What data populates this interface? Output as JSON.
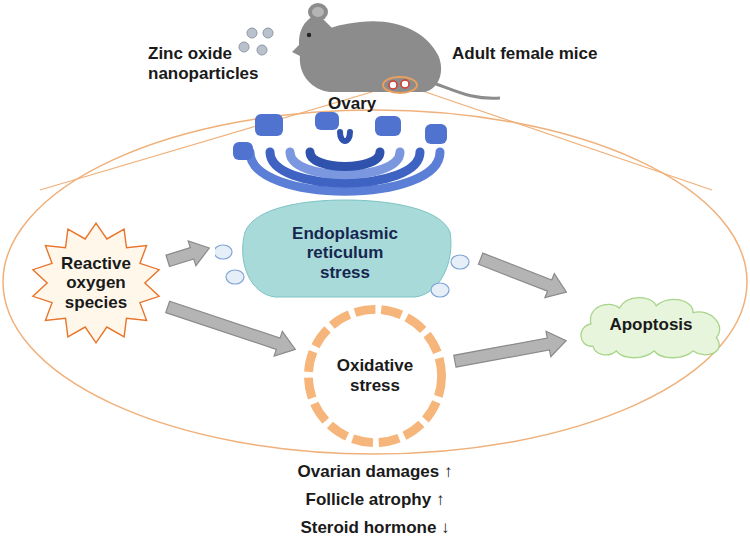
{
  "diagram": {
    "nodes": [
      {
        "text": [
          "Reactive oxygen species"
        ]
      },
      {
        "text": [
          "Endoplasmic reticulum stress"
        ]
      },
      {
        "text": [
          "Oxidative stress"
        ]
      },
      {
        "text": [
          "Apoptosis"
        ]
      }
    ],
    "edges": [
      {
        "from": 0,
        "to": 1,
        "arrow": "to"
      },
      {
        "from": 0,
        "to": 2,
        "arrow": "to"
      },
      {
        "from": 1,
        "to": 3,
        "arrow": "to"
      },
      {
        "from": 2,
        "to": 3,
        "arrow": "to"
      }
    ],
    "labels": [
      "Zinc oxide nanoparticles",
      "Adult female mice",
      "Ovary",
      "Ovarian damages ↑",
      "Follicle atrophy ↑",
      "Steroid hormone ↓"
    ]
  }
}
